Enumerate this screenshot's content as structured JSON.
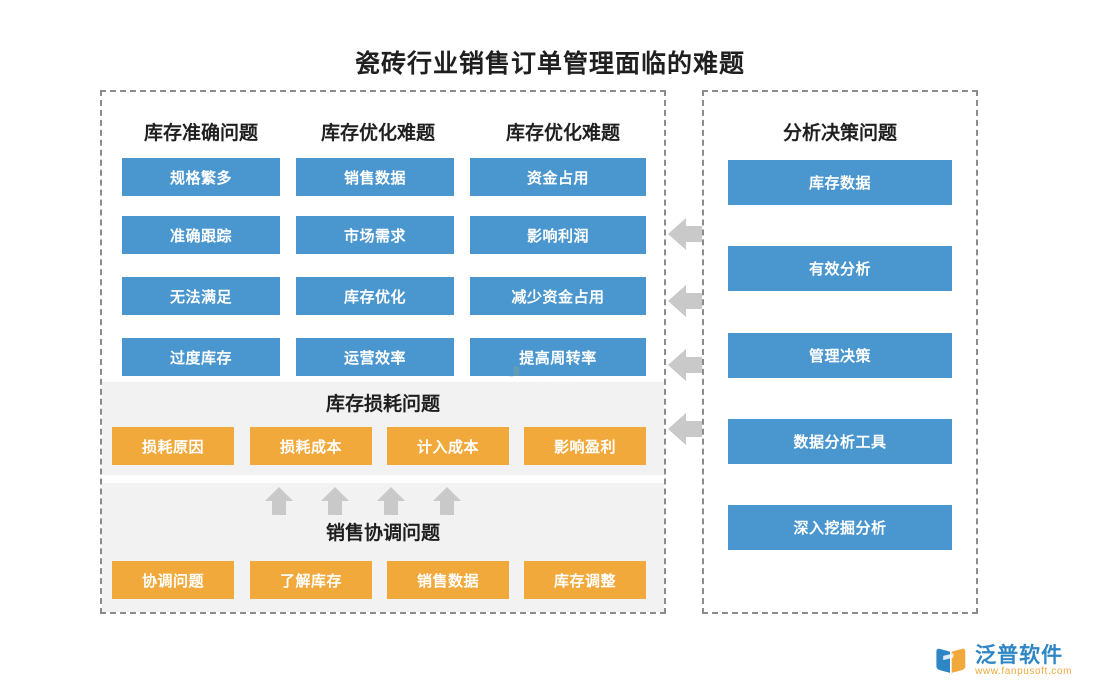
{
  "title": "瓷砖行业销售订单管理面临的难题",
  "left_panel": {
    "columns": [
      {
        "head": "库存准确问题",
        "items": [
          "规格繁多",
          "准确跟踪",
          "无法满足",
          "过度库存"
        ]
      },
      {
        "head": "库存优化难题",
        "items": [
          "销售数据",
          "市场需求",
          "库存优化",
          "运营效率"
        ]
      },
      {
        "head": "库存优化难题",
        "items": [
          "资金占用",
          "影响利润",
          "减少资金占用",
          "提高周转率"
        ]
      }
    ],
    "loss_section": {
      "title": "库存损耗问题",
      "items": [
        "损耗原因",
        "损耗成本",
        "计入成本",
        "影响盈利"
      ]
    },
    "coordination_section": {
      "title": "销售协调问题",
      "items": [
        "协调问题",
        "了解库存",
        "销售数据",
        "库存调整"
      ]
    }
  },
  "right_panel": {
    "head": "分析决策问题",
    "items": [
      "库存数据",
      "有效分析",
      "管理决策",
      "数据分析工具",
      "深入挖掘分析"
    ]
  },
  "watermark": {
    "text": "泛普软件"
  },
  "logo": {
    "name": "泛普软件",
    "url": "www.fanpusoft.com"
  },
  "colors": {
    "blue": "#4a96ce",
    "orange": "#f2a93b",
    "band": "#f2f2f2",
    "arrow": "#c9c9c9"
  }
}
